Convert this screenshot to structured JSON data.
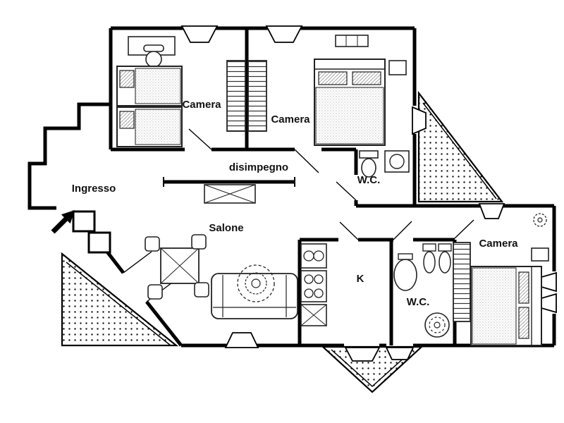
{
  "labels": {
    "camera_top_left": "Camera",
    "camera_top_mid": "Camera",
    "disimpegno": "disimpegno",
    "ingresso": "Ingresso",
    "wc_top": "W.C.",
    "salone": "Salone",
    "kitchen_k": "K",
    "wc_bottom": "W.C.",
    "camera_right": "Camera"
  },
  "colors": {
    "wall": "#000000",
    "background": "#ffffff",
    "furniture_line": "#222222",
    "terrace_dot": "#111111"
  }
}
